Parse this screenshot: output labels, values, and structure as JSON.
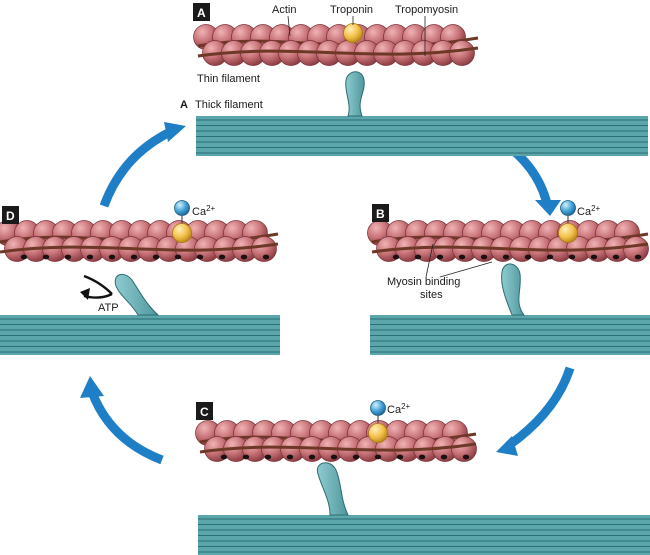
{
  "panels": {
    "a": {
      "tag": "A",
      "sublabel": "A",
      "actin": "Actin",
      "troponin": "Troponin",
      "tropomyosin": "Tropomyosin",
      "thin": "Thin filament",
      "thick": "Thick filament"
    },
    "b": {
      "tag": "B",
      "ion": "Ca",
      "charge": "2+",
      "binding": "Myosin binding",
      "binding2": "sites"
    },
    "c": {
      "tag": "C",
      "ion": "Ca",
      "charge": "2+"
    },
    "d": {
      "tag": "D",
      "ion": "Ca",
      "charge": "2+",
      "atp": "ATP"
    }
  },
  "colors": {
    "actin": "#c87479",
    "actin_dark": "#8f3f45",
    "tropomyosin": "#6e3826",
    "troponin": "#f3c14b",
    "calcium": "#4aa8dc",
    "myosin": "#5fa9b0",
    "thick_filament": "#3f8f95",
    "arrow": "#1f7fc6",
    "tag_bg": "#1a1a1a"
  }
}
